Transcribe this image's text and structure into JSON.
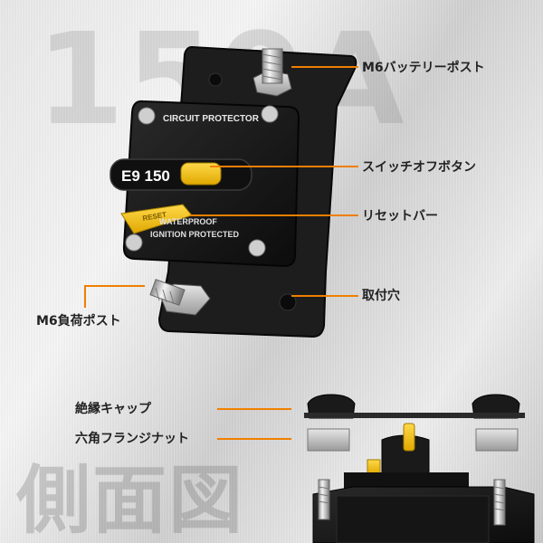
{
  "background": {
    "rating_text": "150A",
    "side_view_text": "側面図"
  },
  "device": {
    "header_text": "CIRCUIT PROTECTOR",
    "model_text": "E9 150",
    "reset_bar_text": "RESET",
    "footer_line1": "WATERPROOF",
    "footer_line2": "IGNITION PROTECTED"
  },
  "callouts": {
    "m6_battery_post": "M6バッテリーポスト",
    "switch_off_button": "スイッチオフボタン",
    "reset_bar": "リセットバー",
    "mounting_hole": "取付穴",
    "m6_load_post": "M6負荷ポスト",
    "insulation_cap": "絶縁キャップ",
    "hex_flange_nut": "六角フランジナット"
  },
  "colors": {
    "callout_line": "#f07f00",
    "body_black": "#161616",
    "button_yellow": "#f5c20e"
  }
}
